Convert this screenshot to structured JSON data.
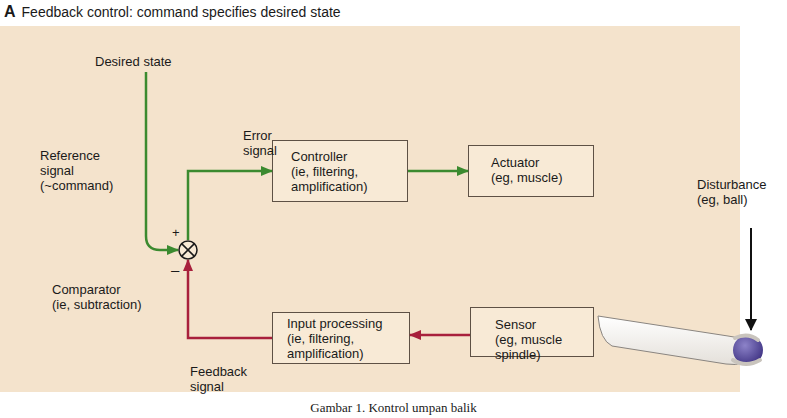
{
  "diagram": {
    "title": "Feedback control: command specifies desired state",
    "caption": "Gambar 1. Kontrol umpan balik",
    "nodes": [
      {
        "text": [
          "Controller",
          "(ie, filtering, amplification)"
        ]
      },
      {
        "text": [
          "Actuator",
          "(eg, muscle)"
        ]
      },
      {
        "text": [
          "Comparator",
          "(ie, subtraction)"
        ]
      },
      {
        "text": [
          "Input processing",
          "(ie, filtering, amplification)"
        ]
      },
      {
        "text": [
          "Sensor",
          "(eg, muscle spindle)"
        ]
      }
    ],
    "edges": [
      {
        "from": 2,
        "to": 0,
        "label": "Error signal",
        "arrow": "to"
      },
      {
        "from": 0,
        "to": 1,
        "arrow": "to"
      },
      {
        "from": 4,
        "to": 3,
        "arrow": "to"
      },
      {
        "from": 3,
        "to": 2,
        "label": "Feedback signal",
        "arrow": "to"
      }
    ],
    "labels": [
      "A",
      "Desired state",
      "Reference signal (~command)",
      "+",
      "–",
      "Disturbance (eg, ball)"
    ]
  }
}
